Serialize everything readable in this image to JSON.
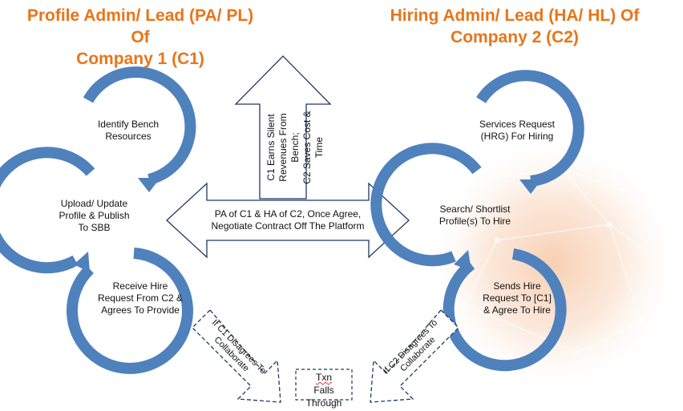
{
  "left_title": {
    "line1": "Profile Admin/ Lead (PA/ PL) Of",
    "line2": "Company 1 (C1)"
  },
  "right_title": {
    "line1": "Hiring Admin/ Lead (HA/ HL) Of",
    "line2": "Company 2 (C2)"
  },
  "left_steps": [
    {
      "line1": "Identify Bench",
      "line2": "Resources",
      "line3": ""
    },
    {
      "line1": "Upload/ Update",
      "line2": "Profile & Publish",
      "line3": "To SBB"
    },
    {
      "line1": "Receive Hire",
      "line2": "Request From C2 &",
      "line3": "Agrees To Provide"
    }
  ],
  "right_steps": [
    {
      "line1": "Services Request",
      "line2": "(HRG) For Hiring",
      "line3": ""
    },
    {
      "line1": "Search/ Shortlist",
      "line2": "Profile(s) To Hire",
      "line3": ""
    },
    {
      "line1": "Sends Hire",
      "line2": "Request To [C1]",
      "line3": "& Agree To Hire"
    }
  ],
  "up_arrow": {
    "line1": "C1 Earns Silent",
    "line2": "Revenues From Bench;",
    "line3": "C2 Saves Cost & Time"
  },
  "double_arrow": {
    "line1": "PA of C1 & HA of C2, Once Agree,",
    "line2": "Negotiate Contract Off The Platform"
  },
  "left_disagree": {
    "line1": "If C1 Disagrees To",
    "line2": "Collaborate"
  },
  "right_disagree": {
    "line1": "If C2 Disagrees To",
    "line2": "Collaborate"
  },
  "outcome": {
    "word1": "Txn",
    "rest1": " Falls",
    "line2": "Through"
  },
  "colors": {
    "orange": "#E8751A",
    "cycle_blue": "#4F81BD",
    "arrow_border": "#1F3864"
  }
}
